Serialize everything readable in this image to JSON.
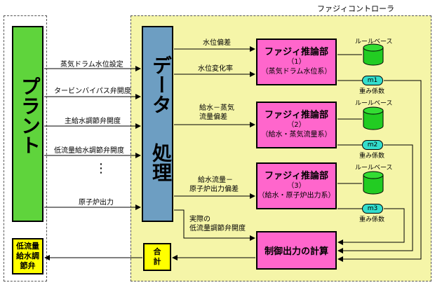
{
  "title": "ファジィコントローラ",
  "plant": {
    "label": "プラント"
  },
  "data_processing": {
    "line1": "データ",
    "line2": "処理"
  },
  "valve": {
    "line1": "低流量",
    "line2": "給水調",
    "line3": "節弁"
  },
  "sum": {
    "line1": "合",
    "line2": "計"
  },
  "signals": [
    "蒸気ドラム水位設定",
    "タービンバイパス弁開度",
    "主給水調節弁開度",
    "低流量給水調節弁開度",
    "原子炉出力"
  ],
  "ellipsis": "⋮",
  "inputs": {
    "water_dev": "水位偏差",
    "water_rate": "水位変化率",
    "feed_steam_1": "給水－蒸気",
    "feed_steam_2": "流量偏差",
    "feed_reactor_1": "給水流量－",
    "feed_reactor_2": "原子炉出力偏差",
    "actual_1": "実際の",
    "actual_2": "低流量調節弁開度"
  },
  "engines": [
    {
      "title": "ファジィ推論部",
      "num": "（1）",
      "sys": "（蒸気ドラム水位系）",
      "m": "m1"
    },
    {
      "title": "ファジィ推論部",
      "num": "（2）",
      "sys": "（給水・蒸気流量系）",
      "m": "m2"
    },
    {
      "title": "ファジィ推論部",
      "num": "（3）",
      "sys": "（給水・原子炉出力系）",
      "m": "m3"
    }
  ],
  "rulebase": "ルールベース",
  "weight": "重み係数",
  "control_output": "制御出力の計算",
  "colors": {
    "plant": "#5fd43c",
    "data": "#6d9ec2",
    "fuzzy": "#ff66cc",
    "region": "#f5f5a8",
    "highlight": "#ffff00",
    "rulebase": "#22cc22",
    "badge": "#33ddcc"
  }
}
